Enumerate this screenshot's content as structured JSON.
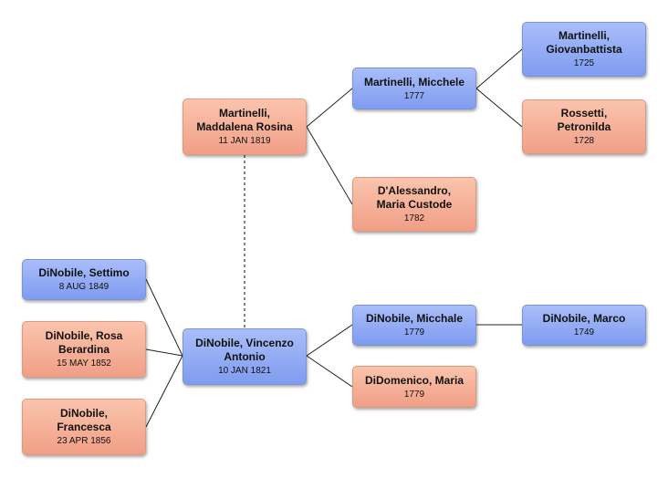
{
  "people": {
    "maddalena": {
      "name": "Martinelli,\nMaddalena Rosina",
      "date": "11 JAN 1819"
    },
    "micchele": {
      "name": "Martinelli, Micchele",
      "date": "1777"
    },
    "giovanbattista": {
      "name": "Martinelli,\nGiovanbattista",
      "date": "1725"
    },
    "petronilda": {
      "name": "Rossetti,\nPetronilda",
      "date": "1728"
    },
    "maria_custode": {
      "name": "D'Alessandro,\nMaria Custode",
      "date": "1782"
    },
    "settimo": {
      "name": "DiNobile, Settimo",
      "date": "8 AUG 1849"
    },
    "rosa": {
      "name": "DiNobile, Rosa\nBerardina",
      "date": "15 MAY 1852"
    },
    "francesca": {
      "name": "DiNobile,\nFrancesca",
      "date": "23 APR 1856"
    },
    "vincenzo": {
      "name": "DiNobile, Vincenzo\nAntonio",
      "date": "10 JAN 1821"
    },
    "micchale": {
      "name": "DiNobile, Micchale",
      "date": "1779"
    },
    "marco": {
      "name": "DiNobile, Marco",
      "date": "1749"
    },
    "maria_didomenico": {
      "name": "DiDomenico, Maria",
      "date": "1779"
    }
  },
  "colors": {
    "male": "#8fa8f4",
    "female": "#f5ad94",
    "connector": "#222222"
  }
}
